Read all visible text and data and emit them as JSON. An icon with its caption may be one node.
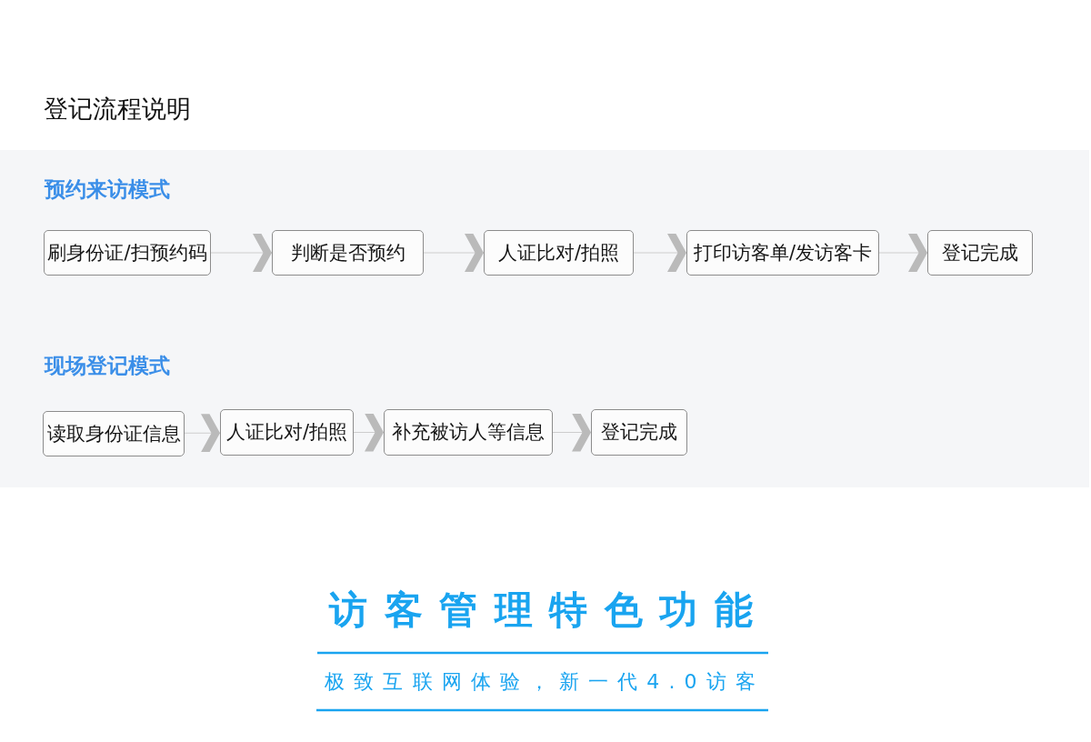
{
  "diagram": {
    "title": "登记流程说明",
    "nodes": [
      {
        "text": [
          "预约来访模式",
          "现场登记模式"
        ]
      },
      {
        "text": [
          "刷身份证/扫预约码"
        ],
        "in": 0
      },
      {
        "text": [
          "判断是否预约"
        ],
        "in": 0
      },
      {
        "text": [
          "人证比对/拍照"
        ],
        "in": 0
      },
      {
        "text": [
          "打印访客单/发访客卡"
        ],
        "in": 0
      },
      {
        "text": [
          "登记完成"
        ],
        "in": 0
      },
      {
        "text": [
          "读取身份证信息"
        ],
        "in": 0
      },
      {
        "text": [
          "人证比对/拍照"
        ],
        "in": 0
      },
      {
        "text": [
          "补充被访人等信息"
        ],
        "in": 0
      },
      {
        "text": [
          "登记完成"
        ],
        "in": 0
      }
    ],
    "edges": [
      {
        "from": 1,
        "to": 2,
        "arrow": "to"
      },
      {
        "from": 2,
        "to": 3,
        "arrow": "to"
      },
      {
        "from": 3,
        "to": 4,
        "arrow": "to"
      },
      {
        "from": 4,
        "to": 5,
        "arrow": "to"
      },
      {
        "from": 6,
        "to": 7,
        "arrow": "to"
      },
      {
        "from": 7,
        "to": 8,
        "arrow": "to"
      },
      {
        "from": 8,
        "to": 9,
        "arrow": "to"
      }
    ],
    "labels": [
      "访客管理特色功能",
      "极致互联网体验，新一代4.0访客"
    ]
  }
}
